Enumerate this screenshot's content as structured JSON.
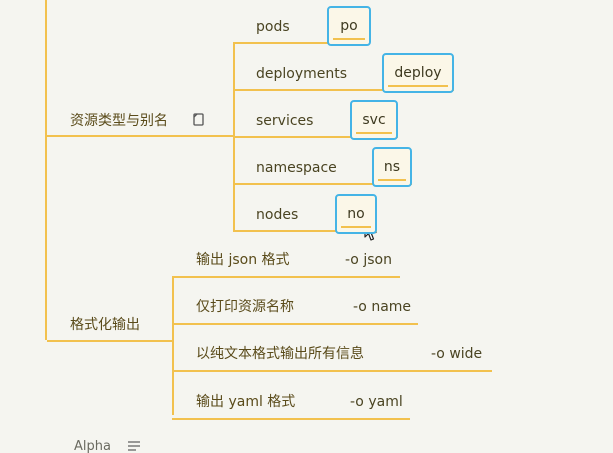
{
  "group_resources": {
    "label": "资源类型与别名",
    "icon": "note-icon",
    "items": [
      {
        "name": "pods",
        "alias": "po"
      },
      {
        "name": "deployments",
        "alias": "deploy"
      },
      {
        "name": "services",
        "alias": "svc"
      },
      {
        "name": "namespace",
        "alias": "ns"
      },
      {
        "name": "nodes",
        "alias": "no"
      }
    ]
  },
  "group_output": {
    "label": "格式化输出",
    "items": [
      {
        "desc": "输出 json 格式",
        "flag": "-o json"
      },
      {
        "desc": "仅打印资源名称",
        "flag": "-o name"
      },
      {
        "desc": "以纯文本格式输出所有信息",
        "flag": "-o wide"
      },
      {
        "desc": "输出 yaml 格式",
        "flag": "-o yaml"
      }
    ]
  },
  "bottom": {
    "label": "Alpha",
    "icon": "list-icon"
  },
  "colors": {
    "line": "#f2c14e",
    "highlight_border": "#45b4e6",
    "background": "#f5f5f0"
  }
}
